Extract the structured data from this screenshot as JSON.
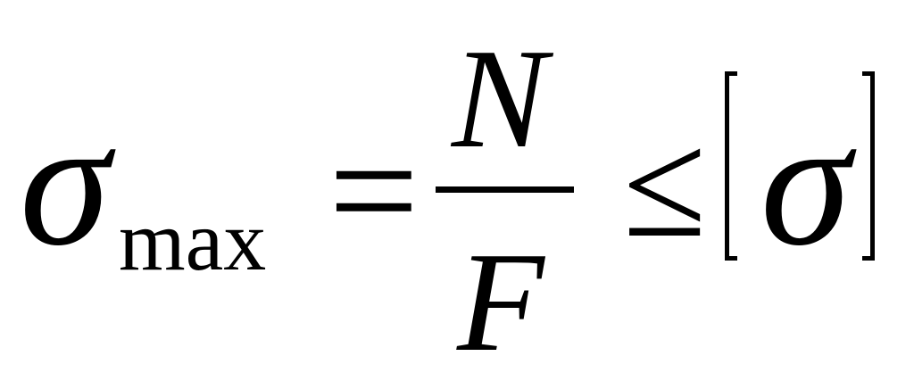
{
  "formula": {
    "lhs": {
      "symbol": "σ",
      "subscript": "max"
    },
    "equals": "=",
    "fraction": {
      "numerator": "N",
      "denominator": "F"
    },
    "relation": "≤",
    "rhs": {
      "symbol": "σ"
    }
  }
}
